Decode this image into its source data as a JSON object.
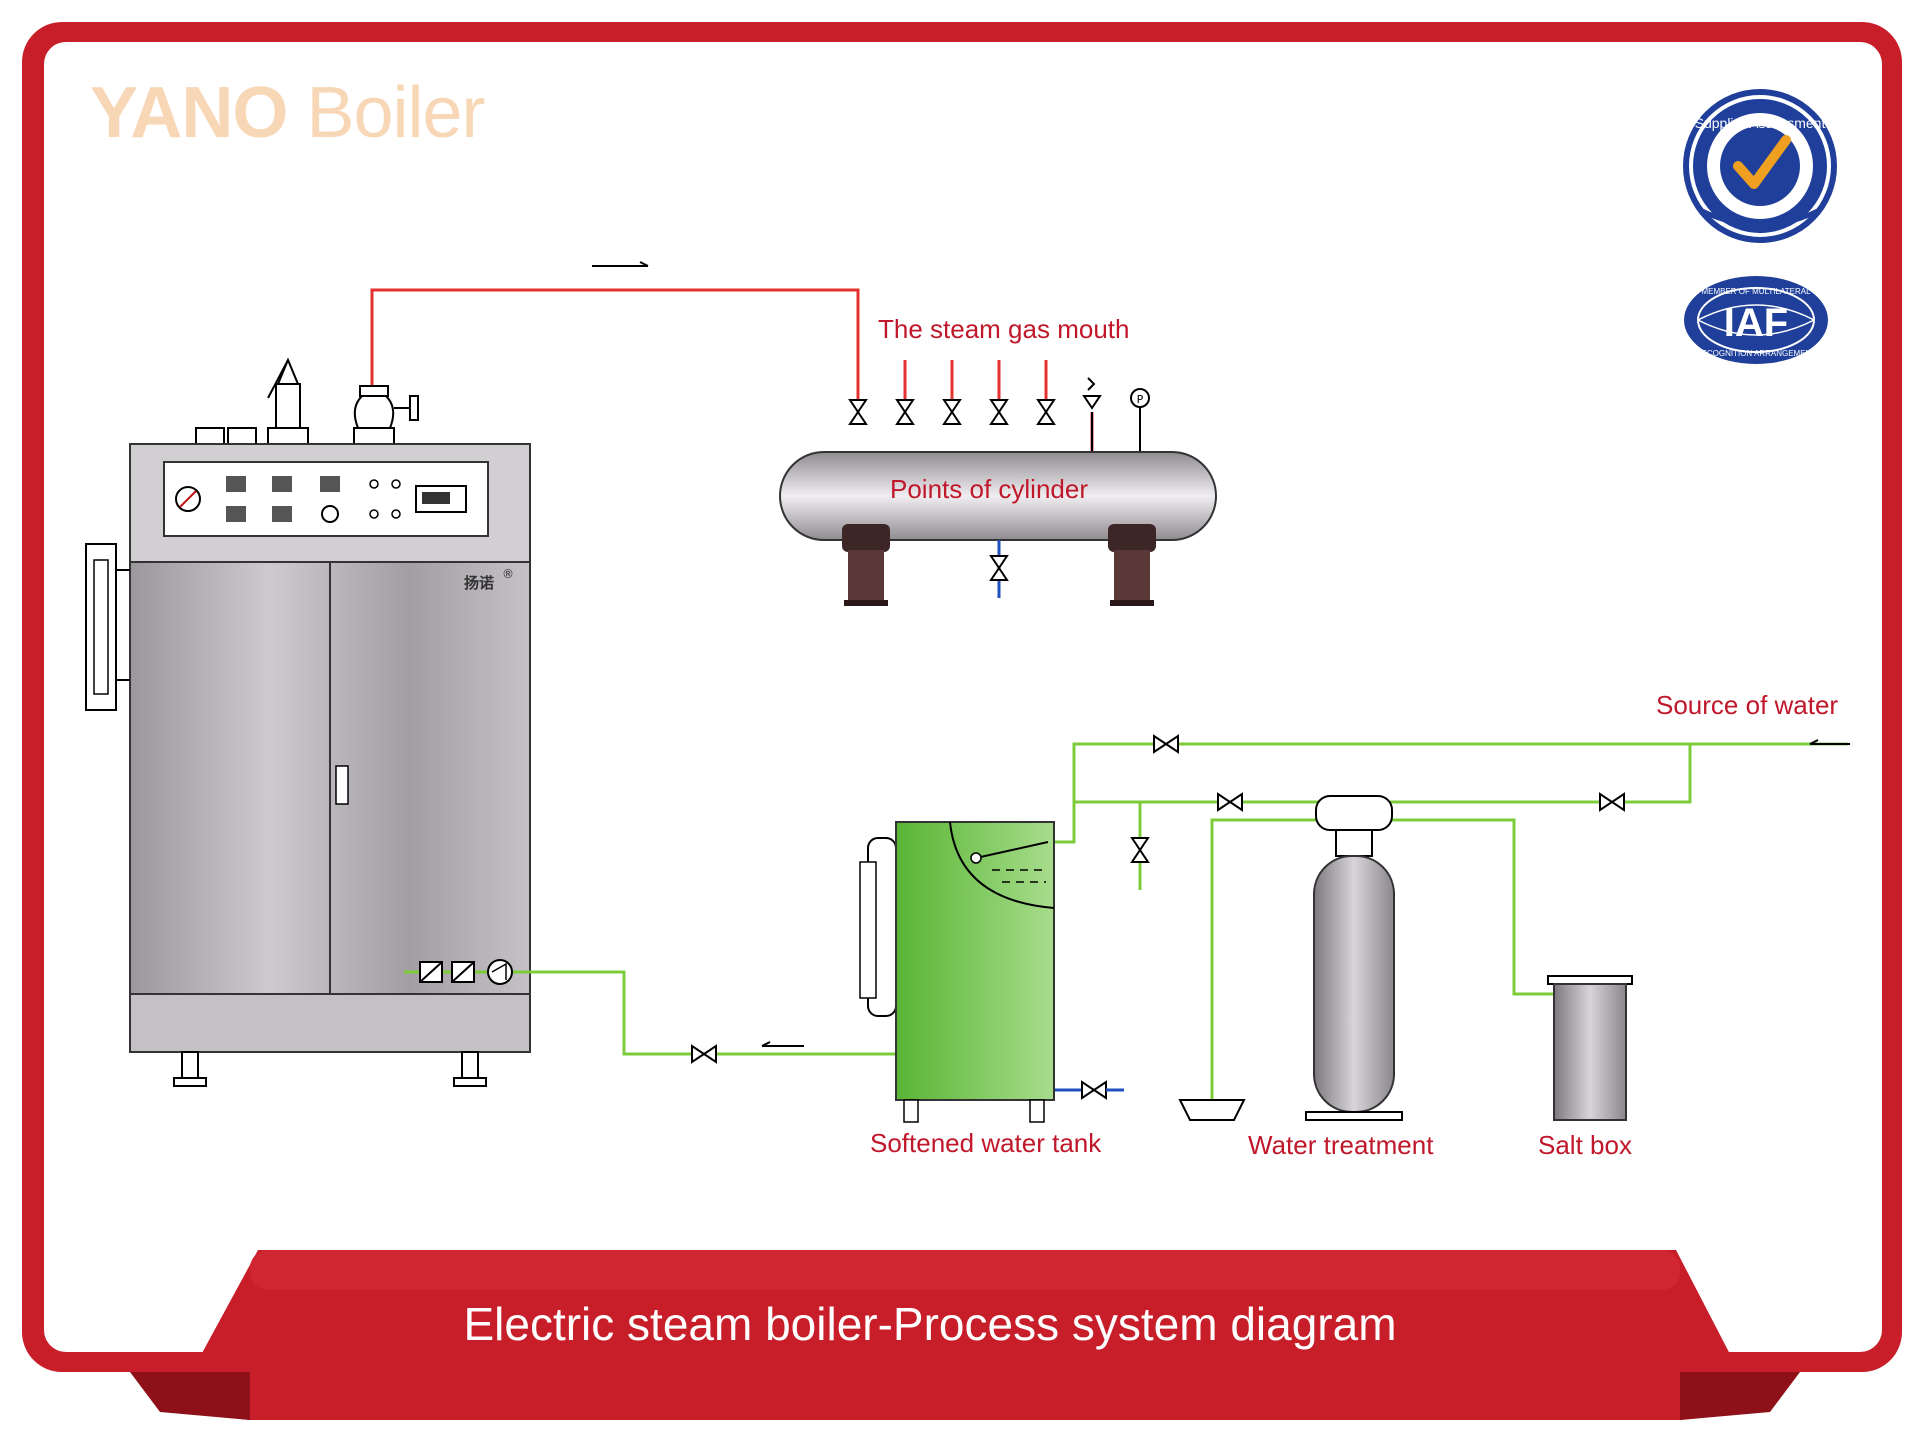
{
  "logo": {
    "part1": "YANO",
    "part2": "Boiler"
  },
  "labels": {
    "steam_gas_mouth": "The steam gas mouth",
    "points_of_cylinder": "Points of cylinder",
    "source_of_water": "Source of water",
    "softened_water_tank": "Softened water tank",
    "water_treatment": "Water treatment",
    "salt_box": "Salt box"
  },
  "badges": {
    "supplier": "Supplier Assessment",
    "iaf": "IAF",
    "iaf_ring_top": "MEMBER OF MULTILATERAL",
    "iaf_ring_bottom": "RECOGNITION ARRANGEMENT"
  },
  "boiler": {
    "brand": "扬诺",
    "registered": "®"
  },
  "banner": {
    "title": "Electric steam boiler-Process system diagram"
  },
  "colors": {
    "frame_red": "#c81e2a",
    "steam_line": "#e53030",
    "water_line": "#7ccc3a",
    "drain_line": "#2050c0",
    "label_red": "#c0182a",
    "tank_green": "#6cc04a"
  }
}
